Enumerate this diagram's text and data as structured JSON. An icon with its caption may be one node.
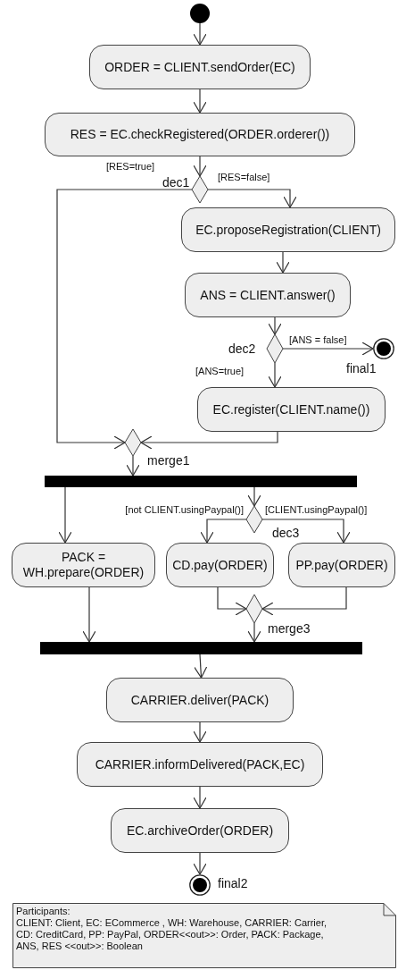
{
  "diagram": {
    "nodes": [
      {
        "text": [],
        "shape": "circle"
      },
      {
        "text": [
          "ORDER = CLIENT.sendOrder(EC)"
        ]
      },
      {
        "text": [
          "RES = EC.checkRegistered(ORDER.orderer())"
        ]
      },
      {
        "text": [],
        "shape": "diamond",
        "beside": [
          "dec1"
        ]
      },
      {
        "text": [
          "EC.proposeRegistration(CLIENT)"
        ]
      },
      {
        "text": [
          "ANS = CLIENT.answer()"
        ]
      },
      {
        "text": [],
        "shape": "diamond",
        "beside": [
          "dec2"
        ]
      },
      {
        "text": [],
        "shape": "circle",
        "beside": [
          "final1"
        ]
      },
      {
        "text": [
          "EC.register(CLIENT.name())"
        ]
      },
      {
        "text": [],
        "shape": "diamond",
        "beside": [
          "merge1"
        ]
      },
      {
        "text": [],
        "shape": "bar"
      },
      {
        "text": [],
        "shape": "diamond",
        "beside": [
          "dec3"
        ]
      },
      {
        "text": [
          "PACK = WH.prepare(ORDER)"
        ]
      },
      {
        "text": [
          "CD.pay(ORDER)"
        ]
      },
      {
        "text": [
          "PP.pay(ORDER)"
        ]
      },
      {
        "text": [],
        "shape": "diamond",
        "beside": [
          "merge3"
        ]
      },
      {
        "text": [],
        "shape": "bar"
      },
      {
        "text": [
          "CARRIER.deliver(PACK)"
        ]
      },
      {
        "text": [
          "CARRIER.informDelivered(PACK,EC)"
        ]
      },
      {
        "text": [
          "EC.archiveOrder(ORDER)"
        ]
      },
      {
        "text": [],
        "shape": "circle",
        "beside": [
          "final2"
        ]
      },
      {
        "text": [
          "Participants:",
          "CLIENT: Client, EC: ECommerce , WH: Warehouse, CARRIER: Carrier, CD: CreditCard, PP: PayPal, ORDER<<out>>: Order, PACK: Package, ANS, RES <<out>>: Boolean"
        ]
      }
    ],
    "edges": [
      {
        "from": 0,
        "to": 1,
        "arrow": "to"
      },
      {
        "from": 1,
        "to": 2,
        "arrow": "to"
      },
      {
        "from": 2,
        "to": 3,
        "arrow": "to"
      },
      {
        "from": 3,
        "to": 9,
        "arrow": "to",
        "label": "[RES=true]"
      },
      {
        "from": 3,
        "to": 4,
        "arrow": "to",
        "label": "[RES=false]"
      },
      {
        "from": 4,
        "to": 5,
        "arrow": "to"
      },
      {
        "from": 5,
        "to": 6,
        "arrow": "to"
      },
      {
        "from": 6,
        "to": 7,
        "arrow": "to",
        "label": "[ANS = false]"
      },
      {
        "from": 6,
        "to": 8,
        "arrow": "to",
        "label": "[ANS=true]"
      },
      {
        "from": 8,
        "to": 9,
        "arrow": "to"
      },
      {
        "from": 9,
        "to": 10,
        "arrow": "to"
      },
      {
        "from": 10,
        "to": 12,
        "arrow": "to"
      },
      {
        "from": 10,
        "to": 11,
        "arrow": "to"
      },
      {
        "from": 11,
        "to": 13,
        "arrow": "to",
        "label": "[not CLIENT.usingPaypal()]"
      },
      {
        "from": 11,
        "to": 14,
        "arrow": "to",
        "label": "[CLIENT.usingPaypal()]"
      },
      {
        "from": 13,
        "to": 15,
        "arrow": "to"
      },
      {
        "from": 14,
        "to": 15,
        "arrow": "to"
      },
      {
        "from": 12,
        "to": 16,
        "arrow": "to"
      },
      {
        "from": 15,
        "to": 16,
        "arrow": "to"
      },
      {
        "from": 16,
        "to": 17,
        "arrow": "to"
      },
      {
        "from": 17,
        "to": 18,
        "arrow": "to"
      },
      {
        "from": 18,
        "to": 19,
        "arrow": "to"
      },
      {
        "from": 19,
        "to": 20,
        "arrow": "to"
      }
    ]
  }
}
